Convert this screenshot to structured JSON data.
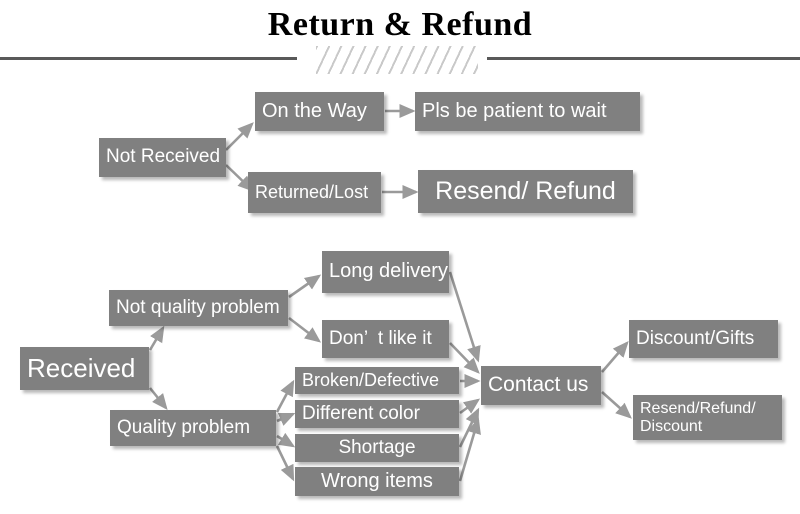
{
  "header": {
    "title": "Return & Refund",
    "divider_icon": "hatched-divider-icon"
  },
  "colors": {
    "node_fill": "#808080",
    "node_text": "#ffffff",
    "connector": "#9a9a9a",
    "rule": "#595959",
    "hatch": "#c9c9c9",
    "page_background": "#ffffff"
  },
  "flow": {
    "not_received_branch": {
      "root": {
        "label": "Not Received"
      },
      "nodes": [
        {
          "label": "On the Way"
        },
        {
          "label": "Pls be patient to wait"
        },
        {
          "label": "Returned/Lost"
        },
        {
          "label": "Resend/ Refund"
        }
      ]
    },
    "received_branch": {
      "root": {
        "label": "Received"
      },
      "categories": [
        {
          "label": "Not quality problem"
        },
        {
          "label": "Quality problem"
        }
      ],
      "reasons": [
        {
          "label": "Long delivery"
        },
        {
          "label": "Don’  t like it"
        },
        {
          "label": "Broken/Defective"
        },
        {
          "label": "Different color"
        },
        {
          "label": "Shortage"
        },
        {
          "label": "Wrong items"
        }
      ],
      "action": {
        "label": "Contact us"
      },
      "outcomes": [
        {
          "label": "Discount/Gifts"
        },
        {
          "label": "Resend/Refund/\nDiscount"
        }
      ]
    }
  }
}
